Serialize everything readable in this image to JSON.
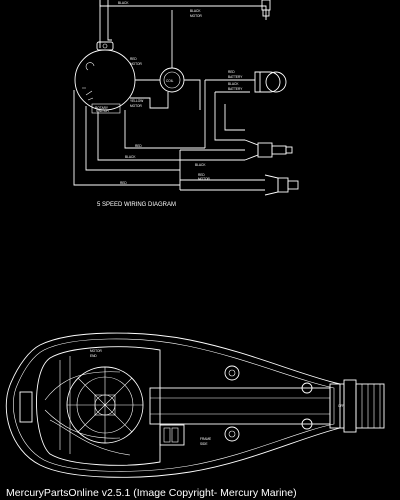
{
  "diagram": {
    "title": "5 SPEED WIRING DIAGRAM",
    "labels": {
      "black_top": "BLACK",
      "black_motor_1": "BLACK",
      "black_motor_2": "MOTOR",
      "red_motor_1": "RED",
      "red_motor_2": "MOTOR",
      "yellow_motor_1": "YELLOW",
      "yellow_motor_2": "MOTOR",
      "red_battery_1": "RED",
      "red_battery_2": "BATTERY",
      "black_battery_1": "BLACK",
      "black_battery_2": "BATTERY",
      "black_wire": "BLACK",
      "red_wire_1": "RED",
      "red_wire_2": "RED",
      "red_end_1": "RED",
      "red_end_2": "MOTOR",
      "black_end": "BLACK",
      "switch_1": "ROTARY",
      "switch_2": "SWITCH",
      "coil": "COIL",
      "motor_end_1": "MOTOR",
      "motor_end_2": "END",
      "off": "OFF",
      "frame_1": "FRAME",
      "frame_2": "SIDE"
    }
  },
  "footer": {
    "text": "MercuryPartsOnline v2.5.1 (Image Copyright- Mercury Marine)"
  }
}
